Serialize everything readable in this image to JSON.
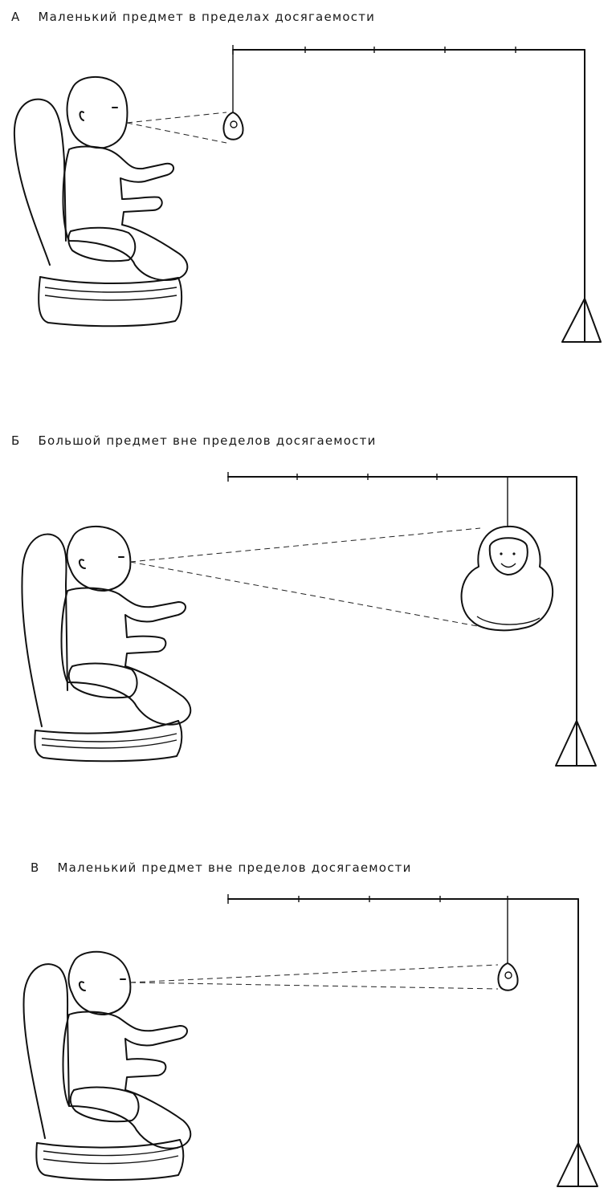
{
  "panels": [
    {
      "letter": "А",
      "caption": "Маленький предмет в пределах досягаемости"
    },
    {
      "letter": "Б",
      "caption": "Большой предмет вне пределов досягаемости"
    },
    {
      "letter": "В",
      "caption": "Маленький предмет вне пределов досягаемости"
    }
  ],
  "colors": {
    "ink": "#111111",
    "background": "#ffffff"
  },
  "icons": {
    "seat": "armchair-icon",
    "baby": "baby-figure-icon",
    "stand": "stand-weight-icon",
    "small_object": "small-toy-icon",
    "large_object": "large-doll-icon"
  }
}
